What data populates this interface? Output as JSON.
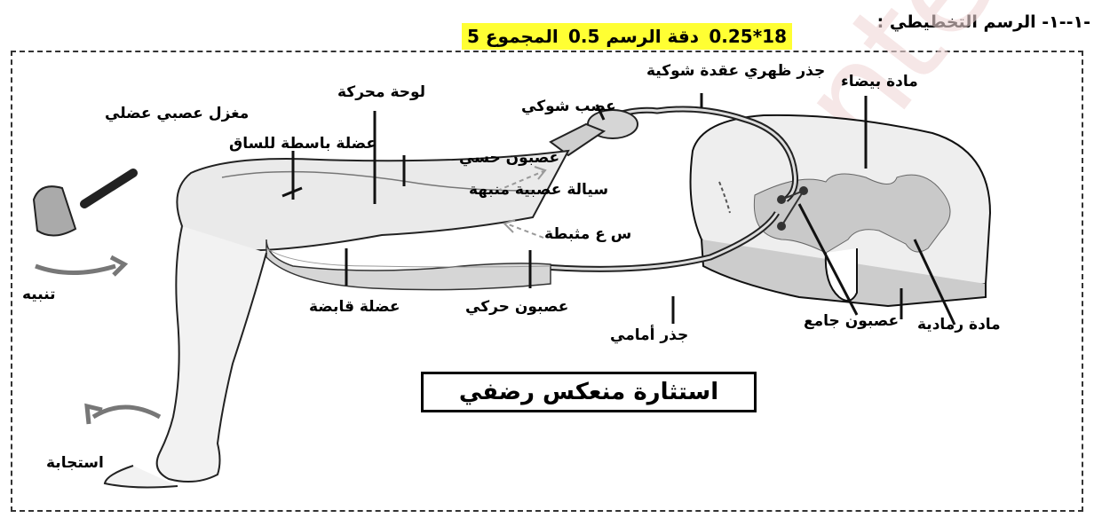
{
  "header": {
    "section_title": "-١--١- الرسم التخطيطي :",
    "grading_a": "18*0.25",
    "grading_b": "دقة الرسم 0.5",
    "grading_total": "المجموع 5"
  },
  "labels": {
    "dorsal_root_ganglion": "جذر ظهري عقدة شوكية",
    "white_matter": "مادة بيضاء",
    "spinal_nerve": "عصب شوكي",
    "motor_plate": "لوحة محركة",
    "neuromuscular_spindle": "مغزل عصبي عضلي",
    "extensor_muscle": "عضلة باسطة للساق",
    "sensory_neuron": "عصبون حسي",
    "excitatory_impulse": "سيالة عصبية منبهة",
    "inhibitory_synapse": "س ع مثبطة",
    "stimulus": "تنبيه",
    "flexor_muscle": "عضلة قابضة",
    "motor_neuron": "عصبون حركي",
    "interneuron": "عصبون جامع",
    "gray_matter": "مادة رمادية",
    "ventral_root": "جذر أمامي",
    "response": "استجابة"
  },
  "title_box": "استثارة منعكس رضفي",
  "watermark": "contexar"
}
